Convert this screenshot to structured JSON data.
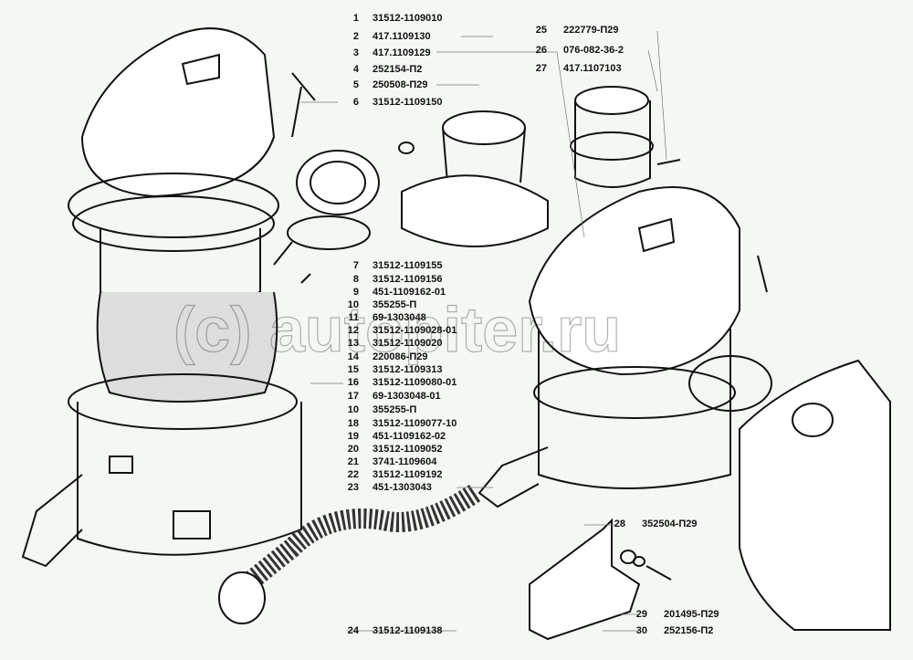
{
  "watermark": "(c) autopiter.ru",
  "parts": [
    {
      "num": "1",
      "code": "31512-1109010"
    },
    {
      "num": "2",
      "code": "417.1109130"
    },
    {
      "num": "3",
      "code": "417.1109129"
    },
    {
      "num": "4",
      "code": "252154-П2"
    },
    {
      "num": "5",
      "code": "250508-П29"
    },
    {
      "num": "6",
      "code": "31512-1109150"
    },
    {
      "num": "7",
      "code": "31512-1109155"
    },
    {
      "num": "8",
      "code": "31512-1109156"
    },
    {
      "num": "9",
      "code": "451-1109162-01"
    },
    {
      "num": "10",
      "code": "355255-П"
    },
    {
      "num": "11",
      "code": "69-1303048"
    },
    {
      "num": "12",
      "code": "31512-1109028-01"
    },
    {
      "num": "13",
      "code": "31512-1109020"
    },
    {
      "num": "14",
      "code": "220086-П29"
    },
    {
      "num": "15",
      "code": "31512-1109313"
    },
    {
      "num": "16",
      "code": "31512-1109080-01"
    },
    {
      "num": "17",
      "code": "69-1303048-01"
    },
    {
      "num": "10",
      "code": "355255-П"
    },
    {
      "num": "18",
      "code": "31512-1109077-10"
    },
    {
      "num": "19",
      "code": "451-1109162-02"
    },
    {
      "num": "20",
      "code": "31512-1109052"
    },
    {
      "num": "21",
      "code": "3741-1109604"
    },
    {
      "num": "22",
      "code": "31512-1109192"
    },
    {
      "num": "23",
      "code": "451-1303043"
    },
    {
      "num": "24",
      "code": "31512-1109138"
    },
    {
      "num": "25",
      "code": "222779-П29"
    },
    {
      "num": "26",
      "code": "076-082-36-2"
    },
    {
      "num": "27",
      "code": "417.1107103"
    },
    {
      "num": "28",
      "code": "352504-П29"
    },
    {
      "num": "29",
      "code": "201495-П29"
    },
    {
      "num": "30",
      "code": "252156-П2"
    }
  ]
}
